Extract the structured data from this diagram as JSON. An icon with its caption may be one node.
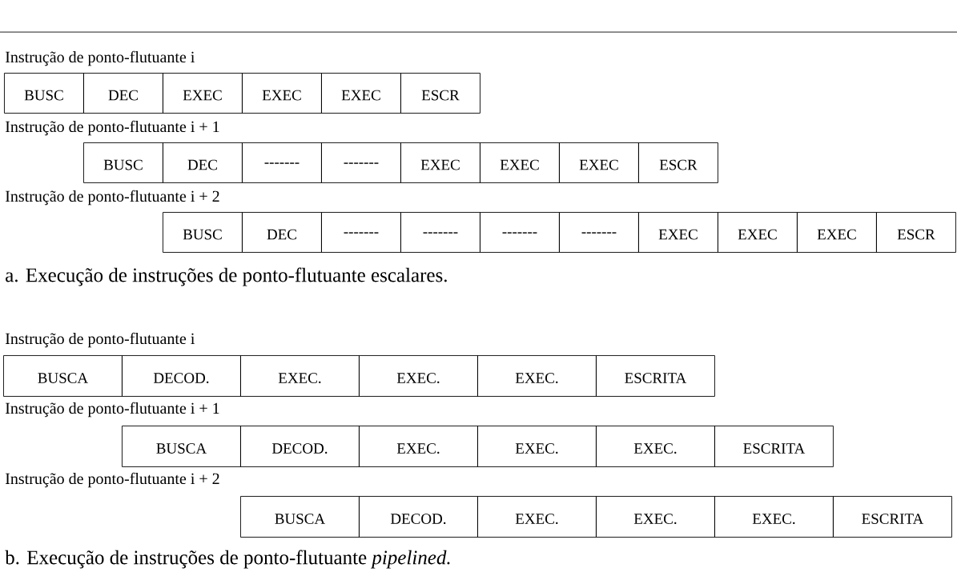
{
  "diagram": {
    "caption": "b. Execução de instruções de ponto-flutuante *pipelined.*",
    "nodes": [
      {
        "text": [
          "BUSC"
        ]
      },
      {
        "text": [
          "DEC"
        ]
      },
      {
        "text": [
          "EXEC"
        ]
      },
      {
        "text": [
          "EXEC"
        ]
      },
      {
        "text": [
          "EXEC"
        ]
      },
      {
        "text": [
          "ESCR"
        ]
      },
      {
        "text": [
          "BUSC"
        ]
      },
      {
        "text": [
          "DEC"
        ]
      },
      {
        "text": [
          "-------"
        ]
      },
      {
        "text": [
          "-------"
        ]
      },
      {
        "text": [
          "EXEC"
        ]
      },
      {
        "text": [
          "EXEC"
        ]
      },
      {
        "text": [
          "EXEC"
        ]
      },
      {
        "text": [
          "ESCR"
        ]
      },
      {
        "text": [
          "BUSC"
        ]
      },
      {
        "text": [
          "DEC"
        ]
      },
      {
        "text": [
          "-------"
        ]
      },
      {
        "text": [
          "-------"
        ]
      },
      {
        "text": [
          "-------"
        ]
      },
      {
        "text": [
          "-------"
        ]
      },
      {
        "text": [
          "EXEC"
        ]
      },
      {
        "text": [
          "EXEC"
        ]
      },
      {
        "text": [
          "EXEC"
        ]
      },
      {
        "text": [
          "ESCR"
        ]
      },
      {
        "text": [
          "BUSCA"
        ]
      },
      {
        "text": [
          "DECOD."
        ]
      },
      {
        "text": [
          "EXEC."
        ]
      },
      {
        "text": [
          "EXEC."
        ]
      },
      {
        "text": [
          "EXEC."
        ]
      },
      {
        "text": [
          "ESCRITA"
        ]
      },
      {
        "text": [
          "BUSCA"
        ]
      },
      {
        "text": [
          "DECOD."
        ]
      },
      {
        "text": [
          "EXEC."
        ]
      },
      {
        "text": [
          "EXEC."
        ]
      },
      {
        "text": [
          "EXEC."
        ]
      },
      {
        "text": [
          "ESCRITA"
        ]
      },
      {
        "text": [
          "BUSCA"
        ]
      },
      {
        "text": [
          "DECOD."
        ]
      },
      {
        "text": [
          "EXEC."
        ]
      },
      {
        "text": [
          "EXEC."
        ]
      },
      {
        "text": [
          "EXEC."
        ]
      },
      {
        "text": [
          "ESCRITA"
        ]
      }
    ],
    "labels": [
      "Instrução de ponto-flutuante i",
      "Instrução de ponto-flutuante i + 1",
      "Instrução de ponto-flutuante i + 2",
      "a. Execução de instruções de ponto-flutuante escalares.",
      "Instrução de ponto-flutuante i",
      "Instrução de ponto-flutuante i + 1",
      "Instrução de ponto-flutuante i + 2"
    ]
  }
}
